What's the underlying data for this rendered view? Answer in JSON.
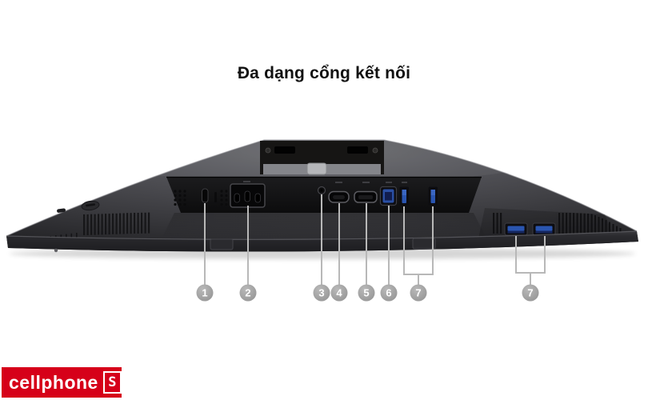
{
  "title": {
    "text": "Đa dạng cổng kết nối"
  },
  "device": {
    "name": "monitor-bottom-view",
    "description_icons": [
      "kensington-lock-slot",
      "power-connector",
      "function-button",
      "hdmi-port",
      "displayport",
      "usb-b-upstream-port",
      "usb-a-downstream-ports",
      "usb-a-quick-access-ports",
      "stand-mount",
      "vent-grilles"
    ]
  },
  "callouts": [
    {
      "number": "1",
      "target": "kensington-lock-slot"
    },
    {
      "number": "2",
      "target": "power-connector"
    },
    {
      "number": "3",
      "target": "function-button"
    },
    {
      "number": "4",
      "target": "hdmi-port"
    },
    {
      "number": "5",
      "target": "displayport"
    },
    {
      "number": "6",
      "target": "usb-b-upstream-port"
    },
    {
      "number": "7",
      "target": "usb-a-downstream-ports"
    },
    {
      "number": "7",
      "target": "usb-a-quick-access-ports"
    }
  ],
  "logo": {
    "text": "cellphone",
    "suffix": "S"
  },
  "colors": {
    "background": "#ffffff",
    "title_text": "#111111",
    "body_gray": "#4b4b4f",
    "recess_black": "#131315",
    "usb_blue": "#2a55b0",
    "callout_gray": "#a3a3a3",
    "callout_line": "#b8b8b8",
    "brand_red": "#d60019",
    "logo_text": "#ffffff"
  }
}
